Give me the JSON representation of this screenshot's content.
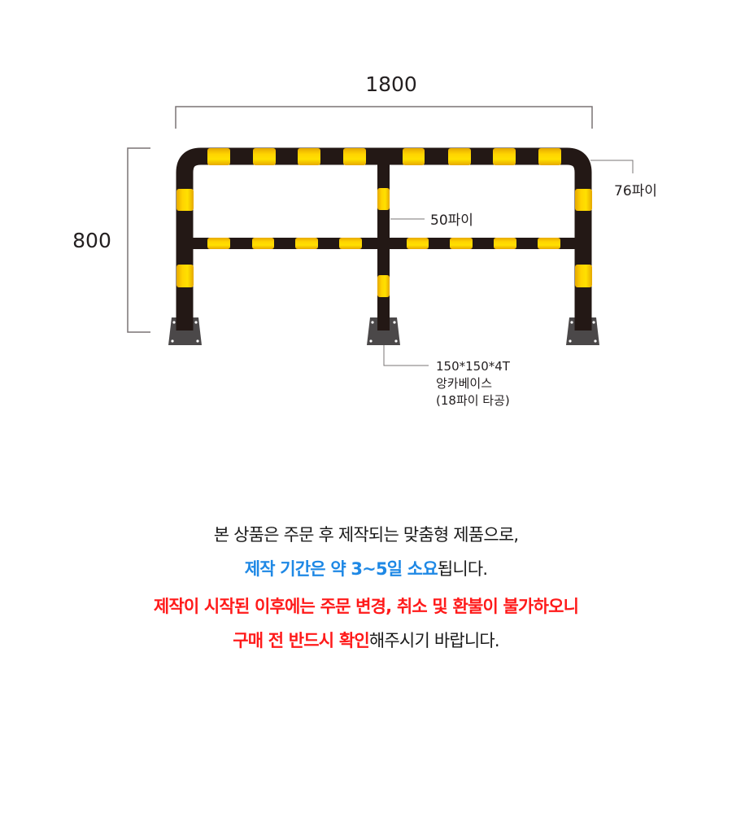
{
  "diagram": {
    "title": "Safety guard rail dimensional drawing",
    "colors": {
      "pipe_black": "#231815",
      "pipe_yellow": "#ffd400",
      "pipe_yellow_dark": "#e6a800",
      "base_plate": "#4b4849",
      "dimension_line": "#7a7475",
      "label_text": "#231f20"
    },
    "dimensions": {
      "width_label": "1800",
      "height_label": "800"
    },
    "callouts": {
      "main_pipe": "76파이",
      "sub_pipe": "50파이",
      "base_line1": "150*150*4T",
      "base_line2": "앙카베이스",
      "base_line3": "(18파이 타공)"
    }
  },
  "notice": {
    "line1": "본 상품은 주문 후 제작되는 맞춤형 제품으로,",
    "line2_highlight": "제작 기간은 약 3~5일 소요",
    "line2_rest": "됩니다.",
    "line3_highlight": "제작이 시작된 이후에는 주문 변경, 취소 및 환불이 불가하오니",
    "line4_highlight": "구매 전 반드시 확인",
    "line4_rest": "해주시기 바랍니다.",
    "colors": {
      "default": "#1a1a1a",
      "blue": "#1e88e5",
      "red": "#ff1a1a"
    }
  }
}
